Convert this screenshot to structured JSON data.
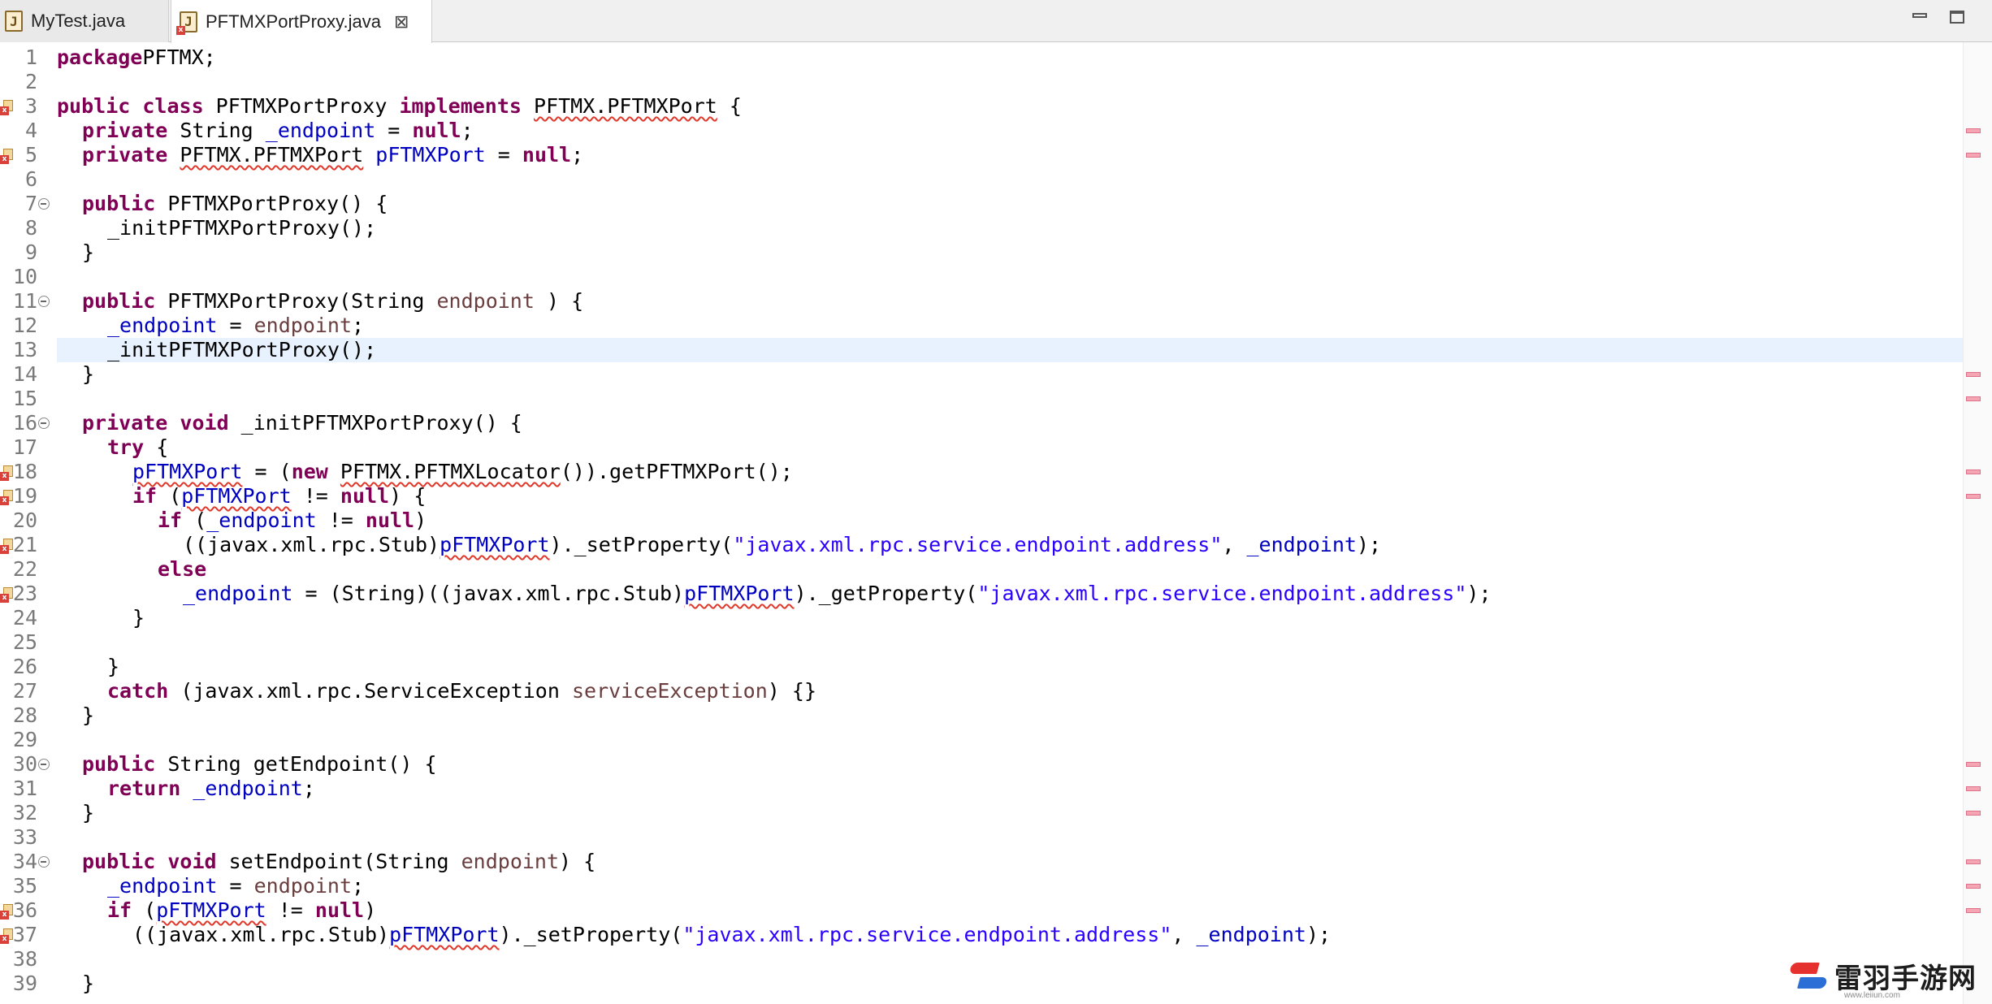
{
  "tabs": [
    {
      "label": "MyTest.java",
      "active": false
    },
    {
      "label": "PFTMXPortProxy.java",
      "active": true,
      "close": "⊠"
    }
  ],
  "editor": {
    "current_line": 13,
    "lines": [
      {
        "n": 1,
        "indent": 0,
        "tokens": [
          [
            "kw",
            "package"
          ],
          [
            "",
            "PFTMX;"
          ]
        ]
      },
      {
        "n": 2,
        "indent": 0,
        "tokens": []
      },
      {
        "n": 3,
        "indent": 0,
        "error": true,
        "tokens": [
          [
            "kw",
            "public class"
          ],
          [
            "",
            " PFTMXPortProxy "
          ],
          [
            "kw",
            "implements"
          ],
          [
            "",
            " "
          ],
          [
            "sq",
            "PFTMX.PFTMXPort"
          ],
          [
            "",
            " {"
          ]
        ]
      },
      {
        "n": 4,
        "indent": 1,
        "tokens": [
          [
            "kw",
            "private"
          ],
          [
            "",
            " String "
          ],
          [
            "fld",
            "_endpoint"
          ],
          [
            "",
            " = "
          ],
          [
            "kw",
            "null"
          ],
          [
            "",
            ";"
          ]
        ]
      },
      {
        "n": 5,
        "indent": 1,
        "error": true,
        "tokens": [
          [
            "kw",
            "private"
          ],
          [
            "",
            " "
          ],
          [
            "sq",
            "PFTMX.PFTMXPort"
          ],
          [
            "",
            " "
          ],
          [
            "fld",
            "pFTMXPort"
          ],
          [
            "",
            " = "
          ],
          [
            "kw",
            "null"
          ],
          [
            "",
            ";"
          ]
        ]
      },
      {
        "n": 6,
        "indent": 0,
        "tokens": []
      },
      {
        "n": 7,
        "indent": 1,
        "fold": true,
        "tokens": [
          [
            "kw",
            "public"
          ],
          [
            "",
            " PFTMXPortProxy() {"
          ]
        ]
      },
      {
        "n": 8,
        "indent": 2,
        "tokens": [
          [
            "",
            "_initPFTMXPortProxy();"
          ]
        ]
      },
      {
        "n": 9,
        "indent": 1,
        "tokens": [
          [
            "",
            "}"
          ]
        ]
      },
      {
        "n": 10,
        "indent": 0,
        "tokens": []
      },
      {
        "n": 11,
        "indent": 1,
        "fold": true,
        "tokens": [
          [
            "kw",
            "public"
          ],
          [
            "",
            " PFTMXPortProxy(String "
          ],
          [
            "var",
            "endpoint"
          ],
          [
            "",
            " ) {"
          ]
        ]
      },
      {
        "n": 12,
        "indent": 2,
        "tokens": [
          [
            "fld",
            "_endpoint"
          ],
          [
            "",
            " = "
          ],
          [
            "var",
            "endpoint"
          ],
          [
            "",
            ";"
          ]
        ]
      },
      {
        "n": 13,
        "indent": 2,
        "tokens": [
          [
            "",
            "_initPFTMXPortProxy();"
          ]
        ]
      },
      {
        "n": 14,
        "indent": 1,
        "tokens": [
          [
            "",
            "}"
          ]
        ]
      },
      {
        "n": 15,
        "indent": 0,
        "tokens": []
      },
      {
        "n": 16,
        "indent": 1,
        "fold": true,
        "tokens": [
          [
            "kw",
            "private void"
          ],
          [
            "",
            " _initPFTMXPortProxy() {"
          ]
        ]
      },
      {
        "n": 17,
        "indent": 2,
        "tokens": [
          [
            "kw",
            "try"
          ],
          [
            "",
            " {"
          ]
        ]
      },
      {
        "n": 18,
        "indent": 3,
        "error": true,
        "tokens": [
          [
            "fld sq",
            "pFTMXPort"
          ],
          [
            "",
            " = ("
          ],
          [
            "kw",
            "new"
          ],
          [
            "",
            " "
          ],
          [
            "sq",
            "PFTMX.PFTMXLocator"
          ],
          [
            "",
            "()).getPFTMXPort();"
          ]
        ]
      },
      {
        "n": 19,
        "indent": 3,
        "error": true,
        "tokens": [
          [
            "kw",
            "if"
          ],
          [
            "",
            " ("
          ],
          [
            "fld sq",
            "pFTMXPort"
          ],
          [
            "",
            " != "
          ],
          [
            "kw",
            "null"
          ],
          [
            "",
            ") {"
          ]
        ]
      },
      {
        "n": 20,
        "indent": 4,
        "tokens": [
          [
            "kw",
            "if"
          ],
          [
            "",
            " ("
          ],
          [
            "fld",
            "_endpoint"
          ],
          [
            "",
            " != "
          ],
          [
            "kw",
            "null"
          ],
          [
            "",
            ")"
          ]
        ]
      },
      {
        "n": 21,
        "indent": 5,
        "error": true,
        "tokens": [
          [
            "",
            "((javax.xml.rpc.Stub)"
          ],
          [
            "fld sq",
            "pFTMXPort"
          ],
          [
            "",
            ")._setProperty("
          ],
          [
            "str",
            "\"javax.xml.rpc.service.endpoint.address\""
          ],
          [
            "",
            ", "
          ],
          [
            "fld",
            "_endpoint"
          ],
          [
            "",
            ");"
          ]
        ]
      },
      {
        "n": 22,
        "indent": 4,
        "tokens": [
          [
            "kw",
            "else"
          ]
        ]
      },
      {
        "n": 23,
        "indent": 5,
        "error": true,
        "tokens": [
          [
            "fld",
            "_endpoint"
          ],
          [
            "",
            " = (String)((javax.xml.rpc.Stub)"
          ],
          [
            "fld sq",
            "pFTMXPort"
          ],
          [
            "",
            ")._getProperty("
          ],
          [
            "str",
            "\"javax.xml.rpc.service.endpoint.address\""
          ],
          [
            "",
            ");"
          ]
        ]
      },
      {
        "n": 24,
        "indent": 3,
        "tokens": [
          [
            "",
            "}"
          ]
        ]
      },
      {
        "n": 25,
        "indent": 0,
        "tokens": []
      },
      {
        "n": 26,
        "indent": 2,
        "tokens": [
          [
            "",
            "}"
          ]
        ]
      },
      {
        "n": 27,
        "indent": 2,
        "tokens": [
          [
            "kw",
            "catch"
          ],
          [
            "",
            " (javax.xml.rpc.ServiceException "
          ],
          [
            "var",
            "serviceException"
          ],
          [
            "",
            ") {}"
          ]
        ]
      },
      {
        "n": 28,
        "indent": 1,
        "tokens": [
          [
            "",
            "}"
          ]
        ]
      },
      {
        "n": 29,
        "indent": 0,
        "tokens": []
      },
      {
        "n": 30,
        "indent": 1,
        "fold": true,
        "tokens": [
          [
            "kw",
            "public"
          ],
          [
            "",
            " String getEndpoint() {"
          ]
        ]
      },
      {
        "n": 31,
        "indent": 2,
        "tokens": [
          [
            "kw",
            "return"
          ],
          [
            "",
            " "
          ],
          [
            "fld",
            "_endpoint"
          ],
          [
            "",
            ";"
          ]
        ]
      },
      {
        "n": 32,
        "indent": 1,
        "tokens": [
          [
            "",
            "}"
          ]
        ]
      },
      {
        "n": 33,
        "indent": 0,
        "tokens": []
      },
      {
        "n": 34,
        "indent": 1,
        "fold": true,
        "tokens": [
          [
            "kw",
            "public void"
          ],
          [
            "",
            " setEndpoint(String "
          ],
          [
            "var",
            "endpoint"
          ],
          [
            "",
            ") {"
          ]
        ]
      },
      {
        "n": 35,
        "indent": 2,
        "tokens": [
          [
            "fld",
            "_endpoint"
          ],
          [
            "",
            " = "
          ],
          [
            "var",
            "endpoint"
          ],
          [
            "",
            ";"
          ]
        ]
      },
      {
        "n": 36,
        "indent": 2,
        "error": true,
        "tokens": [
          [
            "kw",
            "if"
          ],
          [
            "",
            " ("
          ],
          [
            "fld sq",
            "pFTMXPort"
          ],
          [
            "",
            " != "
          ],
          [
            "kw",
            "null"
          ],
          [
            "",
            ")"
          ]
        ]
      },
      {
        "n": 37,
        "indent": 3,
        "error": true,
        "tokens": [
          [
            "",
            "((javax.xml.rpc.Stub)"
          ],
          [
            "fld sq",
            "pFTMXPort"
          ],
          [
            "",
            ")._setProperty("
          ],
          [
            "str",
            "\"javax.xml.rpc.service.endpoint.address\""
          ],
          [
            "",
            ", "
          ],
          [
            "fld",
            "_endpoint"
          ],
          [
            "",
            ");"
          ]
        ]
      },
      {
        "n": 38,
        "indent": 0,
        "tokens": []
      },
      {
        "n": 39,
        "indent": 1,
        "tokens": [
          [
            "",
            "}"
          ]
        ]
      }
    ]
  },
  "overview_ruler_lines": [
    4,
    5,
    14,
    15,
    18,
    19,
    30,
    31,
    32,
    34,
    35,
    36
  ],
  "watermark": {
    "text": "雷羽手游网",
    "url": "www.leiiun.com"
  },
  "colors": {
    "keyword": "#7f0055",
    "field": "#0000c0",
    "string": "#2a00ff",
    "variable": "#6a3e3e",
    "current_line": "#e8f2fe",
    "error": "#e0392b"
  }
}
